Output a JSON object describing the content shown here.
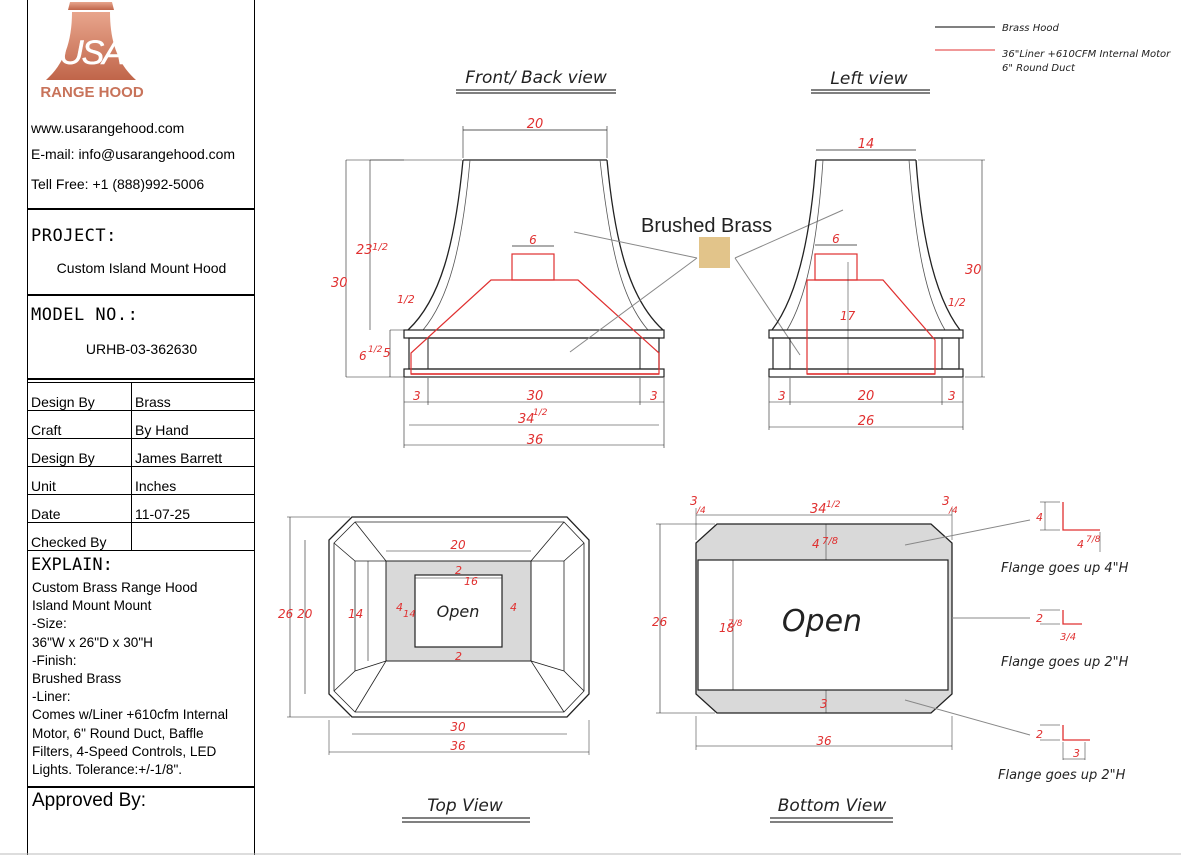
{
  "brand": {
    "logo_text": "USA",
    "logo_subtext": "RANGE HOOD",
    "color": "#c8735a"
  },
  "contact": {
    "website": "www.usarangehood.com",
    "email": "E-mail: info@usarangehood.com",
    "phone": "Tell Free: +1 (888)992-5006"
  },
  "project": {
    "label": "PROJECT:",
    "value": "Custom Island Mount Hood"
  },
  "model": {
    "label": "MODEL NO.:",
    "value": "URHB-03-362630"
  },
  "info_rows": [
    {
      "label": "Design By",
      "value": "Brass"
    },
    {
      "label": "Craft",
      "value": "By Hand"
    },
    {
      "label": "Design By",
      "value": "James Barrett"
    },
    {
      "label": "Unit",
      "value": "Inches"
    },
    {
      "label": "Date",
      "value": "11-07-25"
    },
    {
      "label": "Checked By",
      "value": ""
    }
  ],
  "explain": {
    "label": "EXPLAIN:",
    "lines": [
      "Custom Brass Range Hood",
      "Island Mount Mount",
      "-Size:",
      "36\"W x 26\"D x 30\"H",
      "-Finish:",
      "Brushed Brass",
      "-Liner:",
      "Comes w/Liner +610cfm Internal",
      "Motor, 6\" Round Duct, Baffle",
      "Filters, 4-Speed Controls, LED",
      "Lights. Tolerance:+/-1/8\"."
    ]
  },
  "approved": "Approved By:",
  "legend": {
    "brass": "Brass Hood",
    "liner": "36\"Liner +610CFM Internal Motor",
    "duct": "6\" Round Duct",
    "colors": {
      "brass": "#000000",
      "liner": "#e03030"
    }
  },
  "titles": {
    "front": "Front/ Back view",
    "left": "Left view",
    "top": "Top View",
    "bottom": "Bottom View"
  },
  "finish": {
    "label": "Brushed Brass",
    "swatch_color": "#e2c48a"
  },
  "dims": {
    "f_top": "20",
    "f_h1": "23",
    "f_h1f": "1/2",
    "f_total": "30",
    "f_half": "1/2",
    "f_band1": "6",
    "f_band1f": "1/2",
    "f_band2": "5",
    "f_duct": "6",
    "f_l3": "3",
    "f_r3": "3",
    "f_in": "30",
    "f_mid": "34",
    "f_midf": "1/2",
    "f_w": "36",
    "l_top": "14",
    "l_total": "30",
    "l_duct": "6",
    "l_h": "17",
    "l_half": "1/2",
    "l_3a": "3",
    "l_20": "20",
    "l_3b": "3",
    "l_w": "26",
    "t_20": "20",
    "t_2a": "2",
    "t_16": "16",
    "t_4a": "4",
    "t_14a": "14",
    "t_4b": "4",
    "t_2b": "2",
    "t_14": "14",
    "t_2620": "26 20",
    "t_30": "30",
    "t_36": "36",
    "open": "Open",
    "b_34": "3",
    "b_34f": "/4",
    "b_mid": "34",
    "b_midf": "1/2",
    "b_34r": "3",
    "b_34rf": "/4",
    "b_48": "4",
    "b_48f": "7/8",
    "b_26": "26",
    "b_18": "18",
    "b_18f": "7/8",
    "b_3": "3",
    "b_36": "36",
    "fl_4": "4",
    "fl_478": "4",
    "fl_478f": "7/8",
    "fl_2a": "2",
    "fl_34": "3/4",
    "fl_2b": "2",
    "fl_3": "3"
  },
  "flange": {
    "a": "Flange goes up 4\"H",
    "b": "Flange goes up 2\"H",
    "c": "Flange goes up 2\"H"
  }
}
